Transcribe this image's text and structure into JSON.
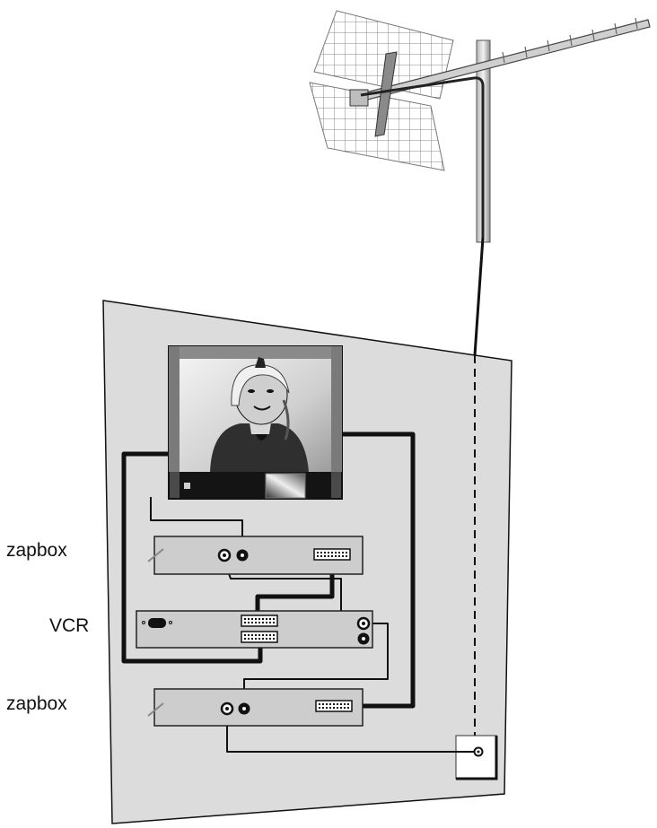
{
  "labels": {
    "top_box": "zapbox",
    "middle_box": "VCR",
    "bottom_box": "zapbox"
  },
  "colors": {
    "wall": "#dcdcdc",
    "wall_outline": "#111111",
    "device_body": "#cdcdcd",
    "cable": "#111111",
    "antenna": "#9a9a9a",
    "tv_frame": "#444444",
    "tv_screen": "#d9d9d9"
  },
  "icons": {
    "antenna": "yagi-and-grid-antenna-icon",
    "tv": "television-icon",
    "wall_socket": "antenna-wall-socket-icon",
    "scart": "scart-connector-icon",
    "coax": "coaxial-connector-icon",
    "power": "power-socket-icon"
  }
}
